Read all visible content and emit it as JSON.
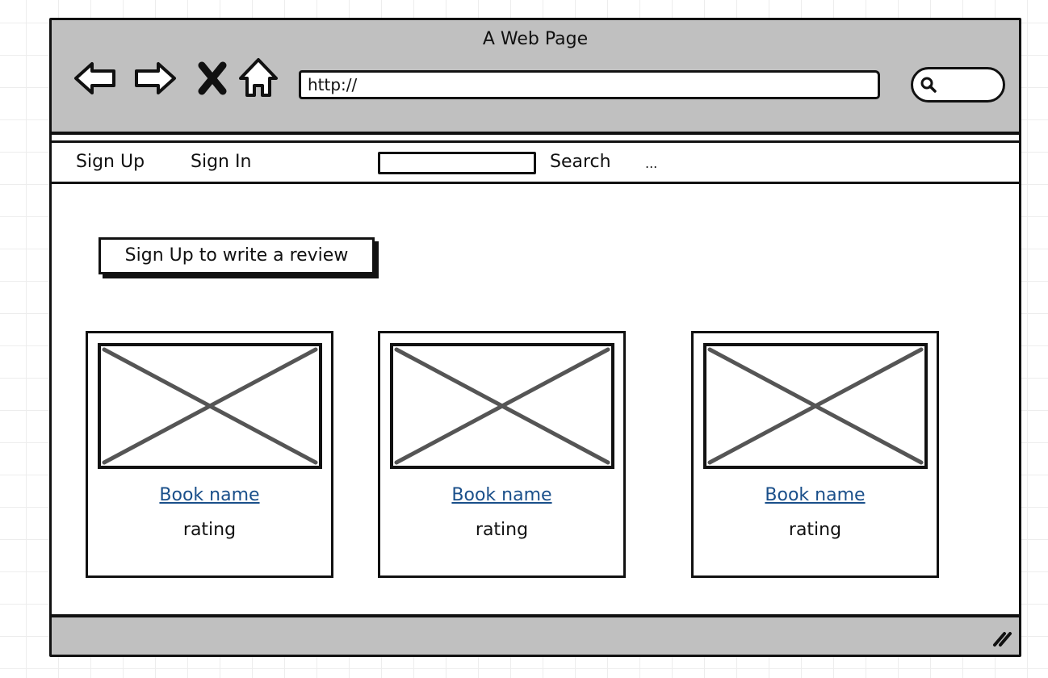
{
  "window": {
    "title": "A Web Page"
  },
  "toolbar": {
    "icons": [
      "back-arrow-icon",
      "forward-arrow-icon",
      "close-icon",
      "home-icon"
    ],
    "url": "http://",
    "search_icon": "search-icon"
  },
  "menu": {
    "sign_up": "Sign Up",
    "sign_in": "Sign In",
    "search_label": "Search",
    "more": "..."
  },
  "content": {
    "cta_label": "Sign Up to write a review",
    "cards": [
      {
        "title": "Book name",
        "rating": "rating"
      },
      {
        "title": "Book name",
        "rating": "rating"
      },
      {
        "title": "Book name",
        "rating": "rating"
      }
    ]
  },
  "colors": {
    "chrome": "#c0c0c0",
    "border": "#111111",
    "link": "#1a4f8a",
    "placeholder_cross": "#555555"
  }
}
